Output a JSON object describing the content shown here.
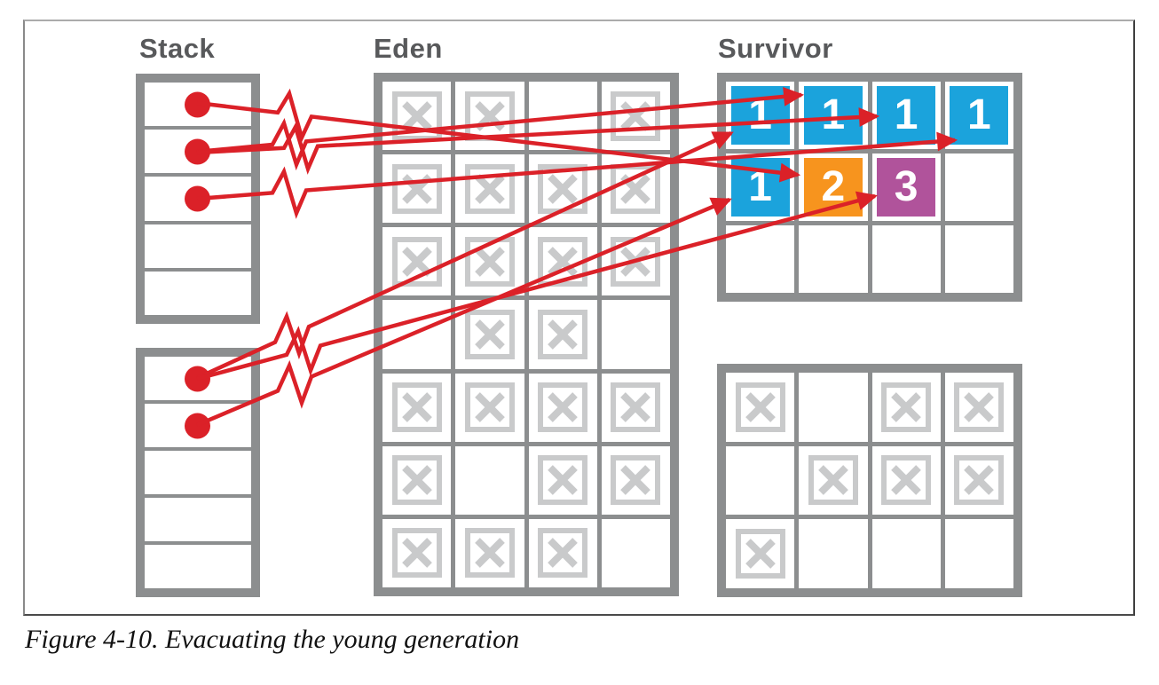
{
  "caption": "Figure 4-10. Evacuating the young generation",
  "sections": {
    "stack": {
      "title": "Stack"
    },
    "eden": {
      "title": "Eden"
    },
    "survivor": {
      "title": "Survivor"
    }
  },
  "colors": {
    "red": "#DB2128",
    "blue": "#1BA3DC",
    "orange": "#F7941E",
    "purple": "#B0539B",
    "frame_gray": "#8C8E8F",
    "x_gray": "#C9CACB",
    "title_gray": "#58595B"
  },
  "stack_boxes": [
    {
      "name": "stack-upper",
      "slots": [
        {
          "dot": true
        },
        {
          "dot": true
        },
        {
          "dot": true
        },
        {
          "dot": false
        },
        {
          "dot": false
        }
      ]
    },
    {
      "name": "stack-lower",
      "slots": [
        {
          "dot": true
        },
        {
          "dot": true
        },
        {
          "dot": false
        },
        {
          "dot": false
        },
        {
          "dot": false
        }
      ]
    }
  ],
  "eden_grid": {
    "rows": 7,
    "cols": 4,
    "x_cells": [
      [
        1,
        1,
        0,
        1
      ],
      [
        1,
        1,
        1,
        1
      ],
      [
        1,
        1,
        1,
        1
      ],
      [
        0,
        1,
        1,
        0
      ],
      [
        1,
        1,
        1,
        1
      ],
      [
        1,
        0,
        1,
        1
      ],
      [
        1,
        1,
        1,
        0
      ]
    ]
  },
  "survivor_top_grid": {
    "rows": 3,
    "cols": 4,
    "values": [
      [
        "1",
        "1",
        "1",
        "1"
      ],
      [
        "1",
        "2",
        "3",
        ""
      ],
      [
        "",
        "",
        "",
        ""
      ]
    ],
    "cell_colors": [
      [
        "blue",
        "blue",
        "blue",
        "blue"
      ],
      [
        "blue",
        "orange",
        "purple",
        ""
      ],
      [
        "",
        "",
        "",
        ""
      ]
    ]
  },
  "survivor_bottom_grid": {
    "rows": 3,
    "cols": 4,
    "x_cells": [
      [
        1,
        0,
        1,
        1
      ],
      [
        0,
        1,
        1,
        1
      ],
      [
        1,
        0,
        0,
        0
      ]
    ]
  },
  "arrows": [
    {
      "from": "stack-upper-slot-1",
      "to": "survivor-top-r2c2",
      "broken": true
    },
    {
      "from": "stack-upper-slot-2",
      "to": "survivor-top-r1c2",
      "broken": true
    },
    {
      "from": "stack-upper-slot-2",
      "to": "survivor-top-r1c3",
      "broken": true
    },
    {
      "from": "stack-upper-slot-3",
      "to": "survivor-top-r1c4",
      "broken": true
    },
    {
      "from": "stack-lower-slot-1",
      "to": "survivor-top-r1c1",
      "broken": true
    },
    {
      "from": "stack-lower-slot-1",
      "to": "survivor-top-r2c3",
      "broken": true
    },
    {
      "from": "stack-lower-slot-2",
      "to": "survivor-top-r2c1",
      "broken": true
    }
  ]
}
